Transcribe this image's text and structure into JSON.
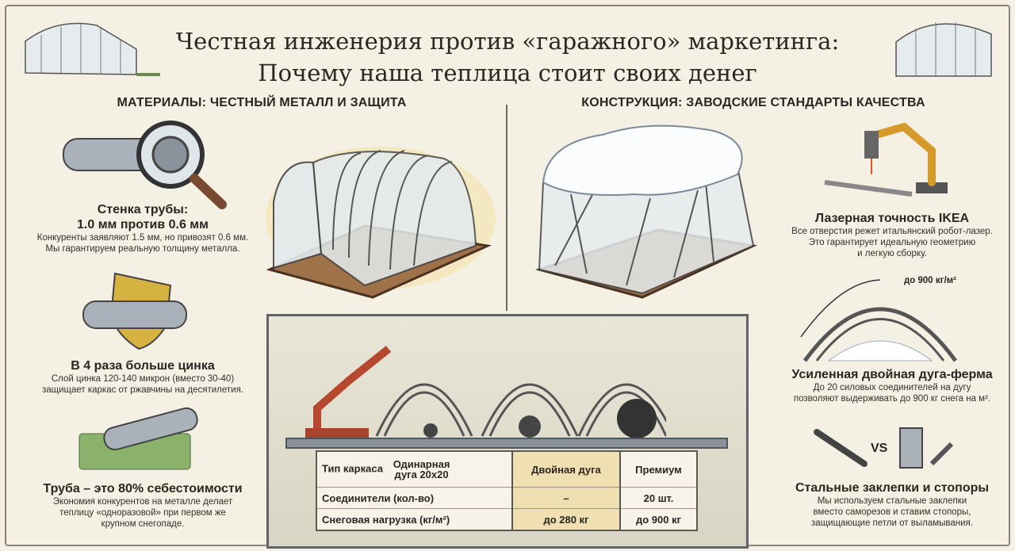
{
  "title": {
    "line1": "Честная инженерия против «гаражного» маркетинга:",
    "line2": "Почему наша теплица стоит своих денег"
  },
  "left_section": {
    "heading": "МАТЕРИАЛЫ: ЧЕСТНЫЙ МЕТАЛЛ И ЗАЩИТА",
    "items": [
      {
        "title1": "Стенка трубы:",
        "title2": "1.0 мм против 0.6 мм",
        "text1": "Конкуренты заявляют 1.5 мм, но привозят 0.6 мм.",
        "text2": "Мы гарантируем реальную толщину металла.",
        "icon": "magnifier-pipe-icon"
      },
      {
        "title1": "В 4 раза больше цинка",
        "text1": "Слой цинка 120-140 микрон (вместо 30-40)",
        "text2": "защищает каркас от ржавчины на десятилетия.",
        "icon": "shield-pipe-icon"
      },
      {
        "title1": "Труба – это 80% себестоимости",
        "text1": "Экономия конкурентов на металле делает",
        "text2": "теплицу «одноразовой» при первом же",
        "text3": "крупном снегопаде.",
        "icon": "money-pipe-icon"
      }
    ]
  },
  "right_section": {
    "heading": "КОНСТРУКЦИЯ: ЗАВОДСКИЕ СТАНДАРТЫ КАЧЕСТВА",
    "items": [
      {
        "title1": "Лазерная точность IKEA",
        "text1": "Все отверстия режет итальянский робот-лазер.",
        "text2": "Это гарантирует идеальную геометрию",
        "text3": "и легкую сборку.",
        "icon": "laser-robot-icon"
      },
      {
        "title1": "Усиленная двойная дуга-ферма",
        "text1": "До 20 силовых соединителей на дугу",
        "text2": "позволяют выдерживать до 900 кг снега на м².",
        "label": "до 900 кг/м²",
        "icon": "double-arch-icon"
      },
      {
        "title1": "Стальные заклепки и стопоры",
        "text1": "Мы используем стальные заклепки",
        "text2": "вместо саморезов и ставим стопоры,",
        "text3": "защищающие петли от выламывания.",
        "vs": "VS",
        "icon": "rivet-vs-screw-icon"
      }
    ]
  },
  "table": {
    "header": [
      "Тип каркаса",
      "Одинарная дуга 20x20",
      "Двойная дуга",
      "Премиум"
    ],
    "rows": [
      [
        "Соединители (кол-во)",
        "–",
        "20 шт."
      ],
      [
        "Снеговая нагрузка (кг/м²)",
        "до 280 кг",
        "до 900 кг"
      ]
    ]
  },
  "colors": {
    "background": "#f4f0e3",
    "highlight": "#f0dfb0",
    "metal": "#9aa3ab"
  }
}
